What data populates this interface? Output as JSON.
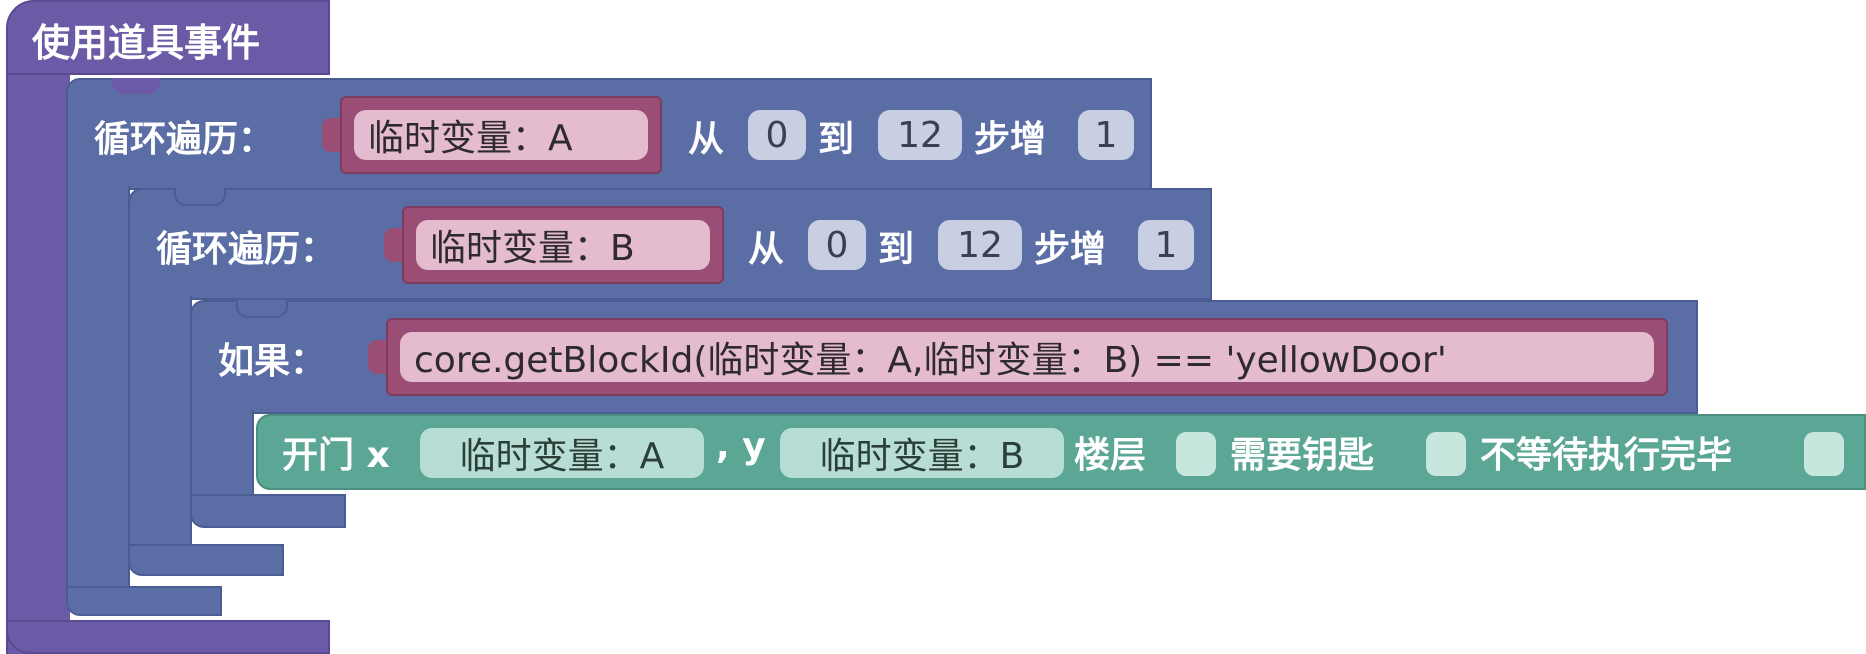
{
  "event": {
    "label": "使用道具事件"
  },
  "loop_a": {
    "label": "循环遍历：",
    "variable": "临时变量：A",
    "from_label": "从",
    "from_value": "0",
    "to_label": "到",
    "to_value": "12",
    "step_label": "步增",
    "step_value": "1"
  },
  "loop_b": {
    "label": "循环遍历：",
    "variable": "临时变量：B",
    "from_label": "从",
    "from_value": "0",
    "to_label": "到",
    "to_value": "12",
    "step_label": "步增",
    "step_value": "1"
  },
  "if_block": {
    "label": "如果：",
    "condition": "core.getBlockId(临时变量：A,临时变量：B) == 'yellowDoor'"
  },
  "open_door": {
    "label": "开门 x",
    "x_var": "临时变量：A",
    "y_label": ", y",
    "y_var": "临时变量：B",
    "floor_label": "楼层",
    "key_label": "需要钥匙",
    "wait_label": "不等待执行完毕"
  },
  "colors": {
    "event": "#6b5aa6",
    "loop": "#5a6ea5",
    "variable": "#9a4d75",
    "action": "#5ba695"
  }
}
